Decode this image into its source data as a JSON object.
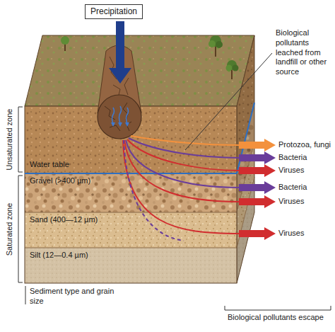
{
  "diagram": {
    "nodes": [
      {
        "text": [
          "Precipitation"
        ]
      },
      {
        "text": [
          "Gravel (>400 µm)"
        ]
      },
      {
        "text": [
          "Sand (400—12 µm)"
        ]
      },
      {
        "text": [
          "Silt (12—0.4 µm)"
        ]
      }
    ],
    "labels": [
      "Biological pollutants leached from landfill or other source",
      "Unsaturated zone",
      "Water table",
      "Saturated zone",
      "Protozoa, fungi",
      "Bacteria",
      "Viruses",
      "Bacteria",
      "Viruses",
      "Viruses",
      "Sediment type and grain size",
      "Biological pollutants escape"
    ]
  }
}
